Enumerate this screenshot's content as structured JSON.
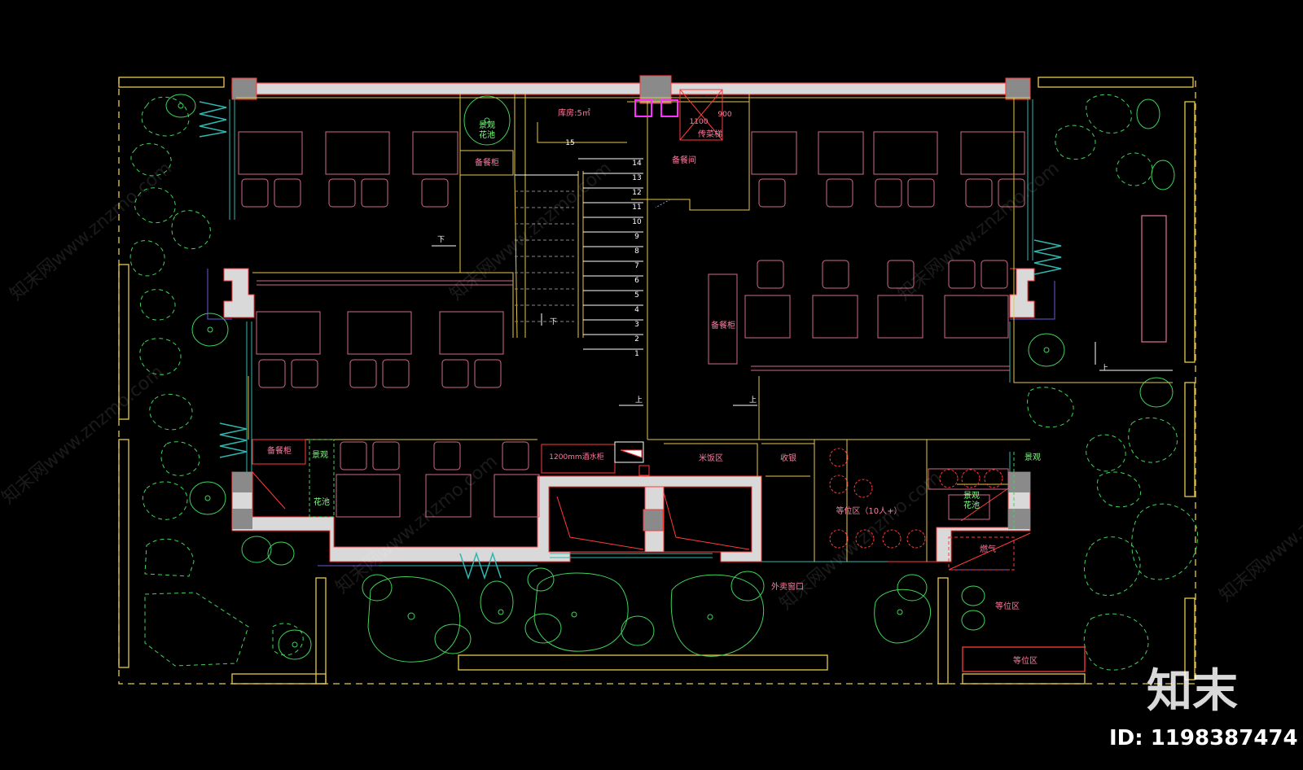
{
  "colors": {
    "background": "#000000",
    "wall": "#ff3b3b",
    "wall_fill": "#d9d9d9",
    "furniture": "#d06a8a",
    "yellow": "#e6c84a",
    "green": "#3fd45a",
    "white": "#ffffff",
    "cyan": "#2fb7b0",
    "magenta": "#ff30ff",
    "violet": "#6b5bd6",
    "label_pink": "#ff7aa0",
    "label_green": "#7dff7d"
  },
  "labels": {
    "landscape_planter_top": "景观\n花池",
    "serving_cabinet_tl": "备餐柜",
    "storage_area": "库房:5㎡",
    "stair_15": "15",
    "dim_1100": "1100",
    "dim_900": "900",
    "dumbwaiter": "传菜梯",
    "serving_room": "备餐间",
    "serving_cabinet_right": "备餐柜",
    "down_1": "下",
    "down_2": "下",
    "up_1": "上",
    "up_2": "上",
    "up_3": "上",
    "serving_cabinet_bl": "备餐柜",
    "landscape_bl": "景观",
    "planter_bl": "花池",
    "drink_cabinet": "1200mm酒水柜",
    "rice_area": "米饭区",
    "cashier": "收银",
    "waiting_area_indoor": "等位区（10人+）",
    "landscape_br": "景观",
    "landscape_planter_br": "景观\n花池",
    "gas": "燃气",
    "takeaway_window": "外卖窗口",
    "waiting_area_1": "等位区",
    "waiting_area_2": "等位区"
  },
  "stair_numbers": [
    "14",
    "13",
    "12",
    "11",
    "10",
    "9",
    "8",
    "7",
    "6",
    "5",
    "4",
    "3",
    "2",
    "1"
  ],
  "watermark": {
    "repeat_text": "知末网www.znzmo.com",
    "logo": "知末",
    "id_text": "ID: 1198387474"
  }
}
